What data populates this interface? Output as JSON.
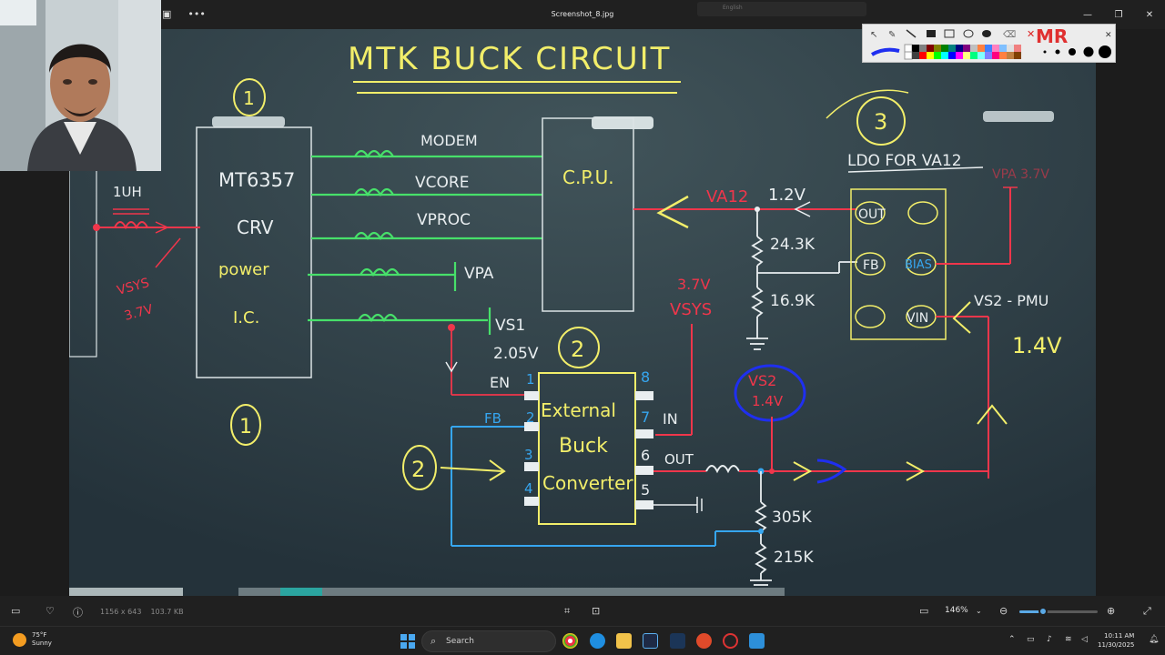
{
  "window": {
    "title": "Screenshot_8.jpg",
    "more_label": "•••"
  },
  "ghost_toolbar": {
    "label": "English"
  },
  "image": {
    "heading": "MTK  BUCK  CIRCUIT",
    "pmic": {
      "lines": [
        "MT6357",
        "CRV",
        "power",
        "I.C."
      ],
      "marker_top": "1",
      "marker_bottom": "1"
    },
    "inductor_left": {
      "value": "1UH",
      "vsys": "VSYS",
      "vsys_val": "3.7V"
    },
    "rails": [
      "MODEM",
      "VCORE",
      "VPROC",
      "VPA",
      "VS1"
    ],
    "vs1_voltage": "2.05V",
    "cpu": {
      "label": "C.P.U."
    },
    "va12": {
      "label": "VA12",
      "value": "1.2V"
    },
    "ldo": {
      "title": "LDO FOR VA12",
      "marker": "3",
      "pins": [
        "OUT",
        "FB",
        "BIAS",
        "VIN"
      ],
      "vpa_note": "VPA 3.7V"
    },
    "resistors_top": [
      "24.3K",
      "16.9K"
    ],
    "vsys_right": {
      "value": "3.7V",
      "label": "VSYS"
    },
    "vs2": {
      "label": "VS2 - PMU",
      "value": "1.4V"
    },
    "vs2_circled": {
      "label": "VS2",
      "value": "1.4V"
    },
    "buck": {
      "label_lines": [
        "External",
        "Buck",
        "Converter"
      ],
      "marker": "2",
      "left_pins": [
        {
          "num": "1",
          "name": "EN"
        },
        {
          "num": "2",
          "name": "FB"
        },
        {
          "num": "3",
          "name": ""
        },
        {
          "num": "4",
          "name": ""
        }
      ],
      "right_pins": [
        {
          "num": "8",
          "name": ""
        },
        {
          "num": "7",
          "name": "IN"
        },
        {
          "num": "6",
          "name": "OUT"
        },
        {
          "num": "5",
          "name": ""
        }
      ]
    },
    "marker_two_left": "2",
    "resistors_bottom": [
      "305K",
      "215K"
    ]
  },
  "statusbar": {
    "dimensions": "1156 x 643",
    "filesize": "103.7 KB",
    "zoom": "146%",
    "zoom_level": 0.3
  },
  "taskbar": {
    "weather_temp": "75°F",
    "weather_cond": "Sunny",
    "search_label": "Search",
    "time": "10:11 AM",
    "date": "11/30/2025"
  },
  "colors": {
    "board": "#2b3a40",
    "chalk_yellow": "#f2ee6a",
    "chalk_green": "#47e06a",
    "chalk_red": "#f0364b",
    "chalk_blue": "#36a6f0",
    "ink_blue": "#1f2ff0",
    "chalk_white": "#e9eef0"
  }
}
